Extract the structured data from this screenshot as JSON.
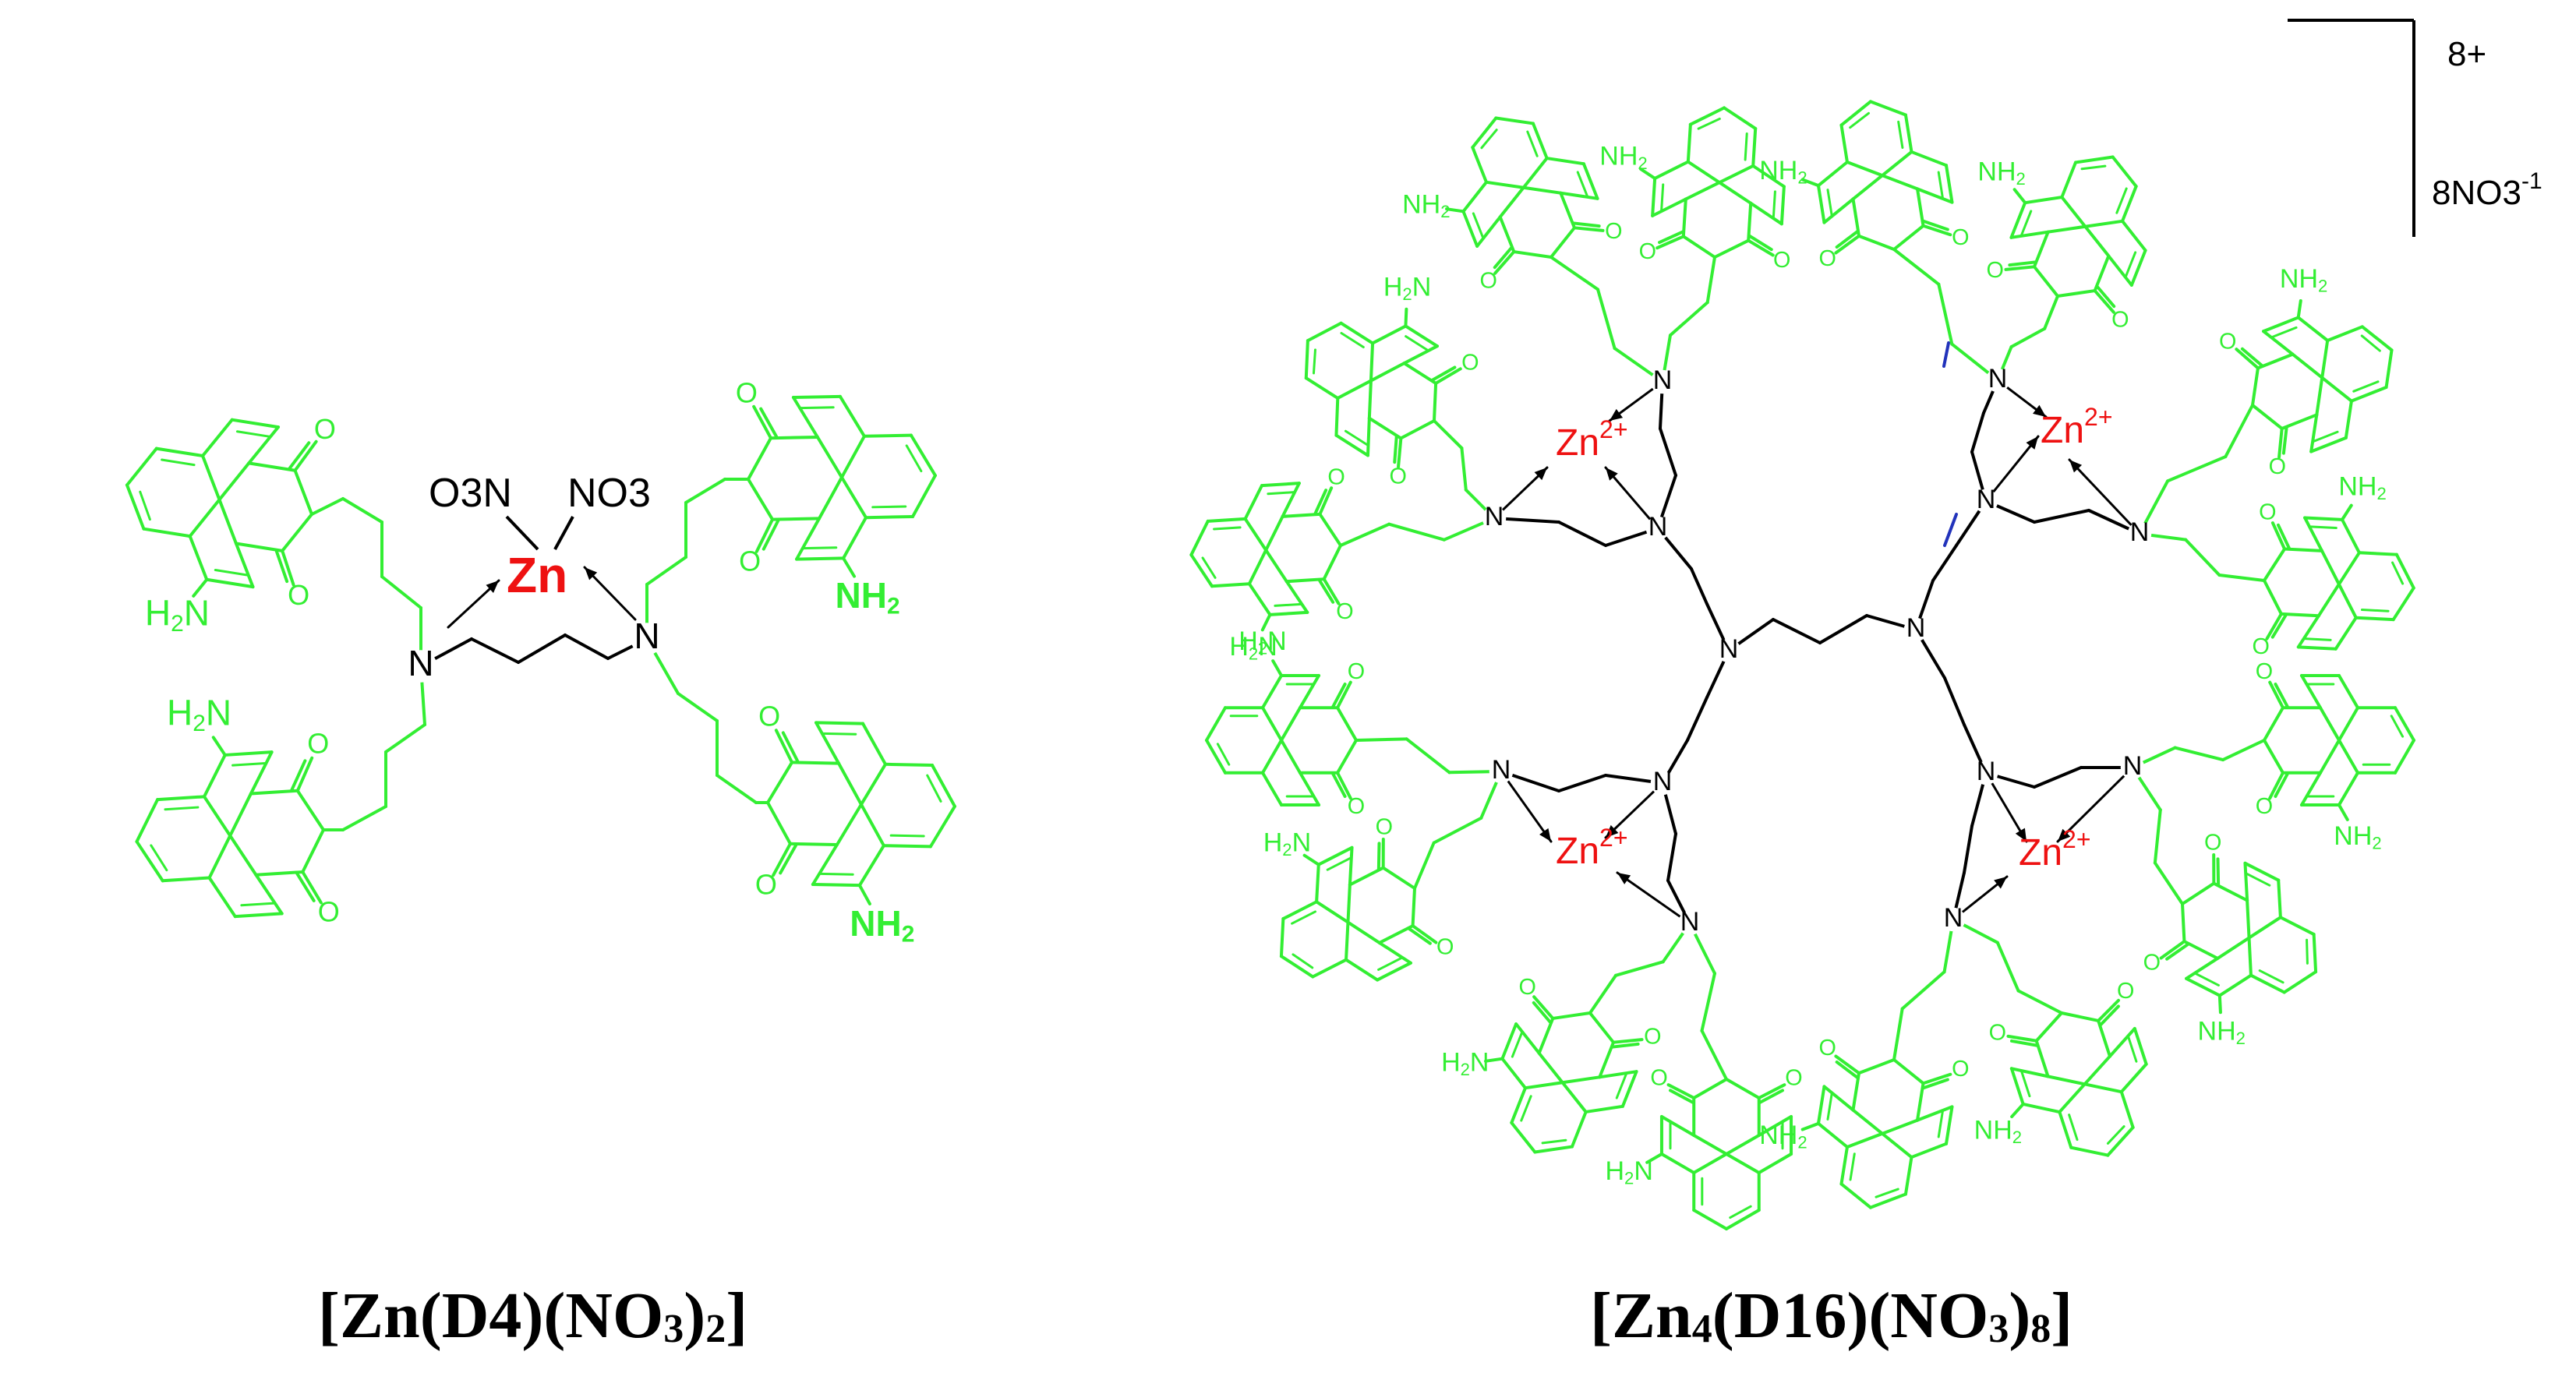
{
  "colors": {
    "fluorophore": "#33ee33",
    "metal": "#ee1111",
    "backbone": "#000000",
    "bond_accent": "#2233bb"
  },
  "left": {
    "nitrate_a": "O3N",
    "nitrate_b": "NO3",
    "metal": "Zn",
    "caption_parts": [
      "[Zn(D4)(NO",
      "3",
      ")",
      "2",
      "]"
    ]
  },
  "right": {
    "charge": "8+",
    "counterion": "8NO3",
    "counterion_charge": "-1",
    "metal_ion": "Zn",
    "metal_charge": "2+",
    "caption_parts": [
      "[Zn",
      "4",
      "(D16)(NO",
      "3",
      ")",
      "8",
      "]"
    ]
  },
  "labels": {
    "nitrogen": "N",
    "amine": "NH2",
    "amine_left": "H2N",
    "oxygen": "O"
  }
}
